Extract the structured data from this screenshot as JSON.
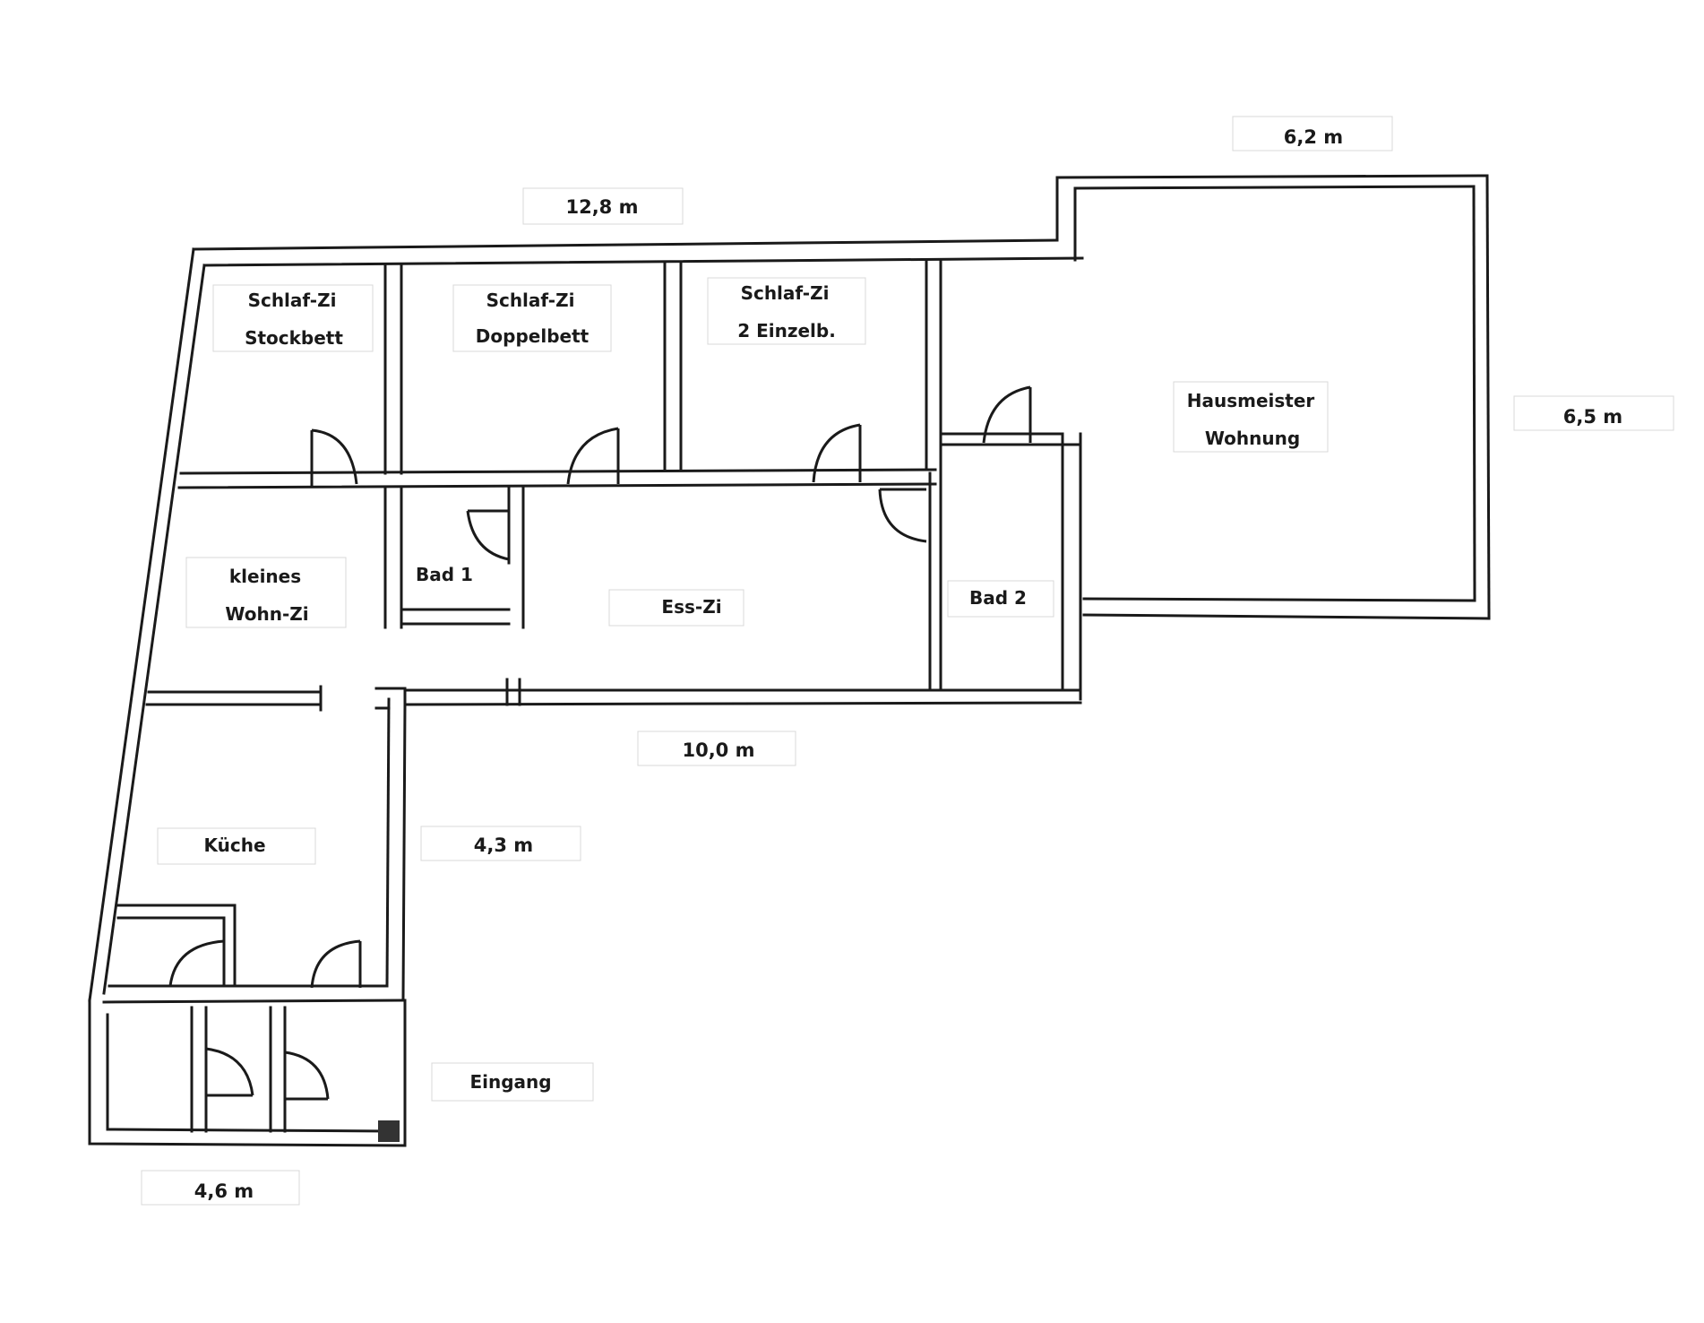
{
  "rooms": {
    "schlaf1_line1": "Schlaf-Zi",
    "schlaf1_line2": "Stockbett",
    "schlaf2_line1": "Schlaf-Zi",
    "schlaf2_line2": "Doppelbett",
    "schlaf3_line1": "Schlaf-Zi",
    "schlaf3_line2": "2 Einzelb.",
    "hausmeister_line1": "Hausmeister",
    "hausmeister_line2": "Wohnung",
    "wohn_line1": "kleines",
    "wohn_line2": "Wohn-Zi",
    "bad1": "Bad 1",
    "ess": "Ess-Zi",
    "bad2": "Bad 2",
    "kueche": "Küche",
    "eingang": "Eingang"
  },
  "dimensions": {
    "top_left": "12,8 m",
    "top_right": "6,2 m",
    "right_side": "6,5 m",
    "middle": "10,0 m",
    "kitchen_side": "4,3 m",
    "bottom": "4,6 m"
  }
}
